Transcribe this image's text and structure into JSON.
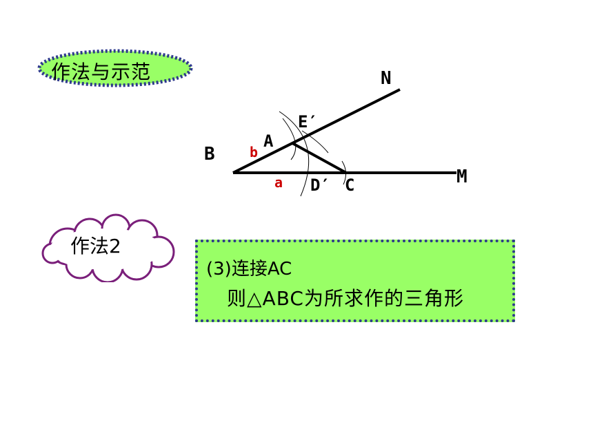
{
  "badge": {
    "label": "作法与示范",
    "fill": "#99ff66",
    "border": "#2e3a8c"
  },
  "cloud": {
    "label": "作法2",
    "border": "#7a1f7a"
  },
  "step": {
    "line1": "(3)连接AC",
    "line2": "则△ABC为所求作的三角形",
    "fill": "#99ff66",
    "border": "#2e3a8c"
  },
  "diagram": {
    "labels": {
      "N": "N",
      "M": "M",
      "B": "B",
      "A": "A",
      "E": "E′",
      "C": "C",
      "D": "D′",
      "a": "a",
      "b": "b"
    },
    "accent": "#cc0000"
  }
}
